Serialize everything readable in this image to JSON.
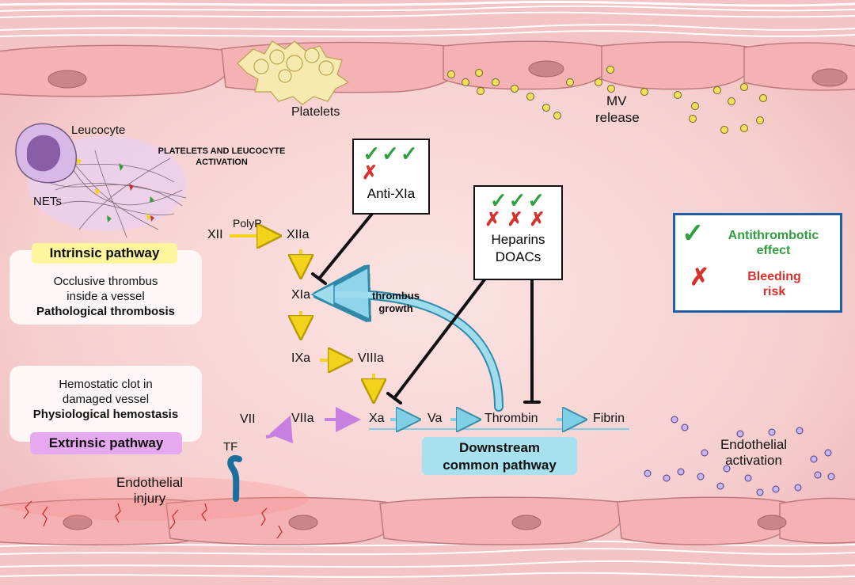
{
  "labels": {
    "platelets": "Platelets",
    "mv_release_1": "MV",
    "mv_release_2": "release",
    "leucocyte": "Leucocyte",
    "nets": "NETs",
    "activation_1": "PLATELETS AND LEUCOCYTE",
    "activation_2": "ACTIVATION",
    "endothelial_injury_1": "Endothelial",
    "endothelial_injury_2": "injury",
    "tf": "TF",
    "endothelial_activation_1": "Endothelial",
    "endothelial_activation_2": "activation",
    "thrombus_growth_1": "thrombus",
    "thrombus_growth_2": "growth",
    "polyp": "PolyP"
  },
  "factors": {
    "xii": "XII",
    "xiia": "XIIa",
    "xia": "XIa",
    "ixa": "IXa",
    "viiia": "VIIIa",
    "vii": "VII",
    "viia": "VIIa",
    "xa": "Xa",
    "va": "Va",
    "thrombin": "Thrombin",
    "fibrin": "Fibrin"
  },
  "intrinsic": {
    "title": "Intrinsic pathway",
    "line1": "Occlusive thrombus",
    "line2": "inside a vessel",
    "line3": "Pathological thrombosis",
    "color": "#fff59d"
  },
  "extrinsic": {
    "title": "Extrinsic pathway",
    "line1": "Hemostatic clot in",
    "line2": "damaged vessel",
    "line3": "Physiological hemostasis",
    "color": "#e6a8ee"
  },
  "common": {
    "line1": "Downstream",
    "line2": "common pathway",
    "color": "#a8e1ee"
  },
  "drugs": {
    "anti_xia": {
      "checks": "✓✓✓",
      "crosses": "✗",
      "name": "Anti-XIa"
    },
    "heparins": {
      "checks": "✓✓✓",
      "crosses": "✗✗✗",
      "name1": "Heparins",
      "name2": "DOACs"
    }
  },
  "legend": {
    "check": "✓",
    "cross": "✗",
    "effect_1": "Antithrombotic",
    "effect_2": "effect",
    "risk_1": "Bleeding",
    "risk_2": "risk",
    "check_color": "#2e9e3e",
    "cross_color": "#d9302c",
    "border_color": "#1f5fa8"
  },
  "colors": {
    "yellow_arrow": "#f2d21a",
    "purple_arrow": "#c880e0",
    "blue_arrow": "#7fd0e6",
    "vessel_bg": "#f6c9cb",
    "cell_fill": "#f4b2b4"
  }
}
